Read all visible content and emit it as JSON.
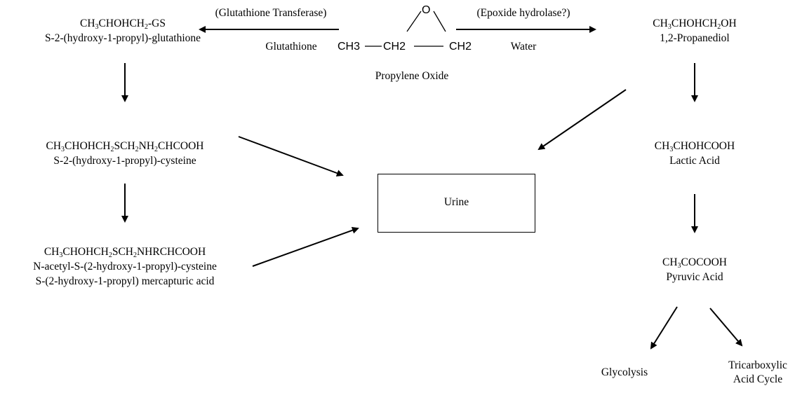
{
  "center": {
    "ring_o": "O",
    "ch3": "CH3",
    "ch2a": "CH2",
    "ch2b": "CH2",
    "name": "Propylene Oxide"
  },
  "left_branch": {
    "enzyme": "(Glutathione Transferase)",
    "reagent": "Glutathione",
    "product1": {
      "formula_parts": [
        "CH",
        "3",
        "CHOHCH",
        "2",
        "-GS"
      ],
      "name": "S-2-(hydroxy-1-propyl)-glutathione"
    },
    "product2": {
      "formula_parts": [
        "CH",
        "3",
        "CHOHCH",
        "2",
        "SCH",
        "2",
        "NH",
        "2",
        "CHCOOH"
      ],
      "name": "S-2-(hydroxy-1-propyl)-cysteine"
    },
    "product3": {
      "formula_parts": [
        "CH",
        "3",
        "CHOHCH",
        "2",
        "SCH",
        "2",
        "NHRCHCOOH"
      ],
      "name1": "N-acetyl-S-(2-hydroxy-1-propyl)-cysteine",
      "name2": "S-(2-hydroxy-1-propyl) mercapturic acid"
    }
  },
  "right_branch": {
    "enzyme": "(Epoxide hydrolase?)",
    "reagent": "Water",
    "product1": {
      "formula_parts": [
        "CH",
        "3",
        "CHOHCH",
        "2",
        "OH"
      ],
      "name": "1,2-Propanediol"
    },
    "product2": {
      "formula_parts": [
        "CH",
        "3",
        "CHOHCOOH"
      ],
      "name": "Lactic Acid"
    },
    "product3": {
      "formula_parts": [
        "CH",
        "3",
        "COCOOH"
      ],
      "name": "Pyruvic Acid"
    },
    "end1": "Glycolysis",
    "end2_line1": "Tricarboxylic",
    "end2_line2": "Acid Cycle"
  },
  "urine": "Urine"
}
